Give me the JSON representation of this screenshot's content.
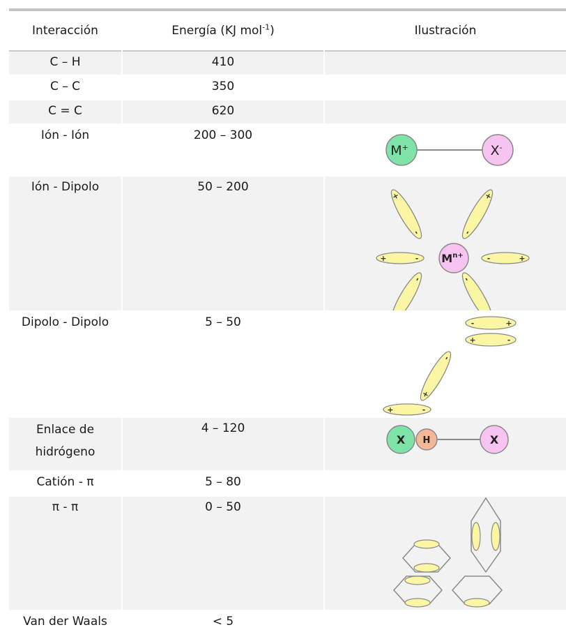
{
  "table": {
    "headers": {
      "interaction": "Interacción",
      "energy_prefix": "Energía (KJ mol",
      "energy_sup": "-1",
      "energy_suffix": ")",
      "illustration": "Ilustración"
    },
    "rows": [
      {
        "interaction": "C – H",
        "energy": "410"
      },
      {
        "interaction": "C – C",
        "energy": "350"
      },
      {
        "interaction": "C = C",
        "energy": "620"
      },
      {
        "interaction": "Ión - Ión",
        "energy": "200 – 300"
      },
      {
        "interaction": "Ión - Dipolo",
        "energy": "50 – 200"
      },
      {
        "interaction": "Dipolo - Dipolo",
        "energy": "5 – 50"
      },
      {
        "interaction_line1": "Enlace de",
        "interaction_line2": "hidrógeno",
        "energy": "4 – 120"
      },
      {
        "interaction": "Catión - π",
        "energy": "5 – 80"
      },
      {
        "interaction": "π - π",
        "energy": "0 – 50"
      },
      {
        "interaction": "Van der Waals",
        "energy": "< 5"
      }
    ]
  },
  "figures": {
    "ion_ion": {
      "cation": "M",
      "cation_sup": "+",
      "anion": "X",
      "anion_sup": "-"
    },
    "ion_dipole": {
      "center": "M",
      "center_sup": "n+",
      "plus": "+",
      "minus": "-"
    },
    "dipole_dipole": {
      "plus": "+",
      "minus": "-"
    },
    "hydrogen_bond": {
      "donor": "X",
      "hydrogen": "H",
      "acceptor": "X"
    }
  },
  "colors": {
    "cation_green": "#7ee3a6",
    "anion_pink": "#f7c4f2",
    "dipole_yellow": "#fbf6a4",
    "hydrogen_orange": "#f4b797",
    "row_shade": "#f2f2f2",
    "line_gray": "#8a8a8a"
  }
}
